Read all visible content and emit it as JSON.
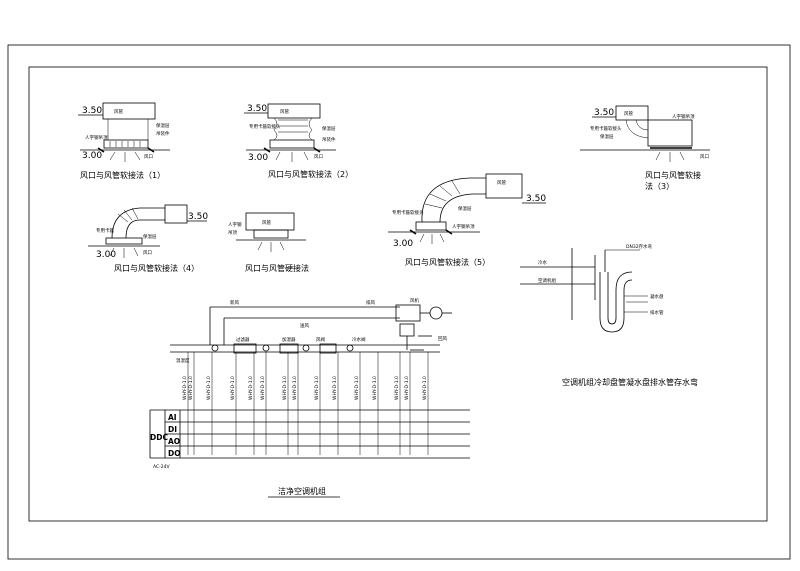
{
  "details": {
    "d1": {
      "caption": "风口与风管软接法（1）",
      "elev_top": "3.50",
      "elev_bottom": "3.00",
      "duct": "风管",
      "l1": "人字钢吊顶",
      "l2": "保温层",
      "l3": "吊装件",
      "l4": "风口"
    },
    "d2": {
      "caption": "风口与风管软接法（2）",
      "elev_top": "3.50",
      "elev_bottom": "3.00",
      "duct": "风管",
      "l1": "专用卡箍软接头",
      "l2": "保温层",
      "l3": "风口",
      "l4": "吊装件"
    },
    "d3": {
      "caption": "风口与风管软接法（3）",
      "caption_line1": "风口与风管软接",
      "caption_line2": "法（3）",
      "elev_top": "3.50",
      "duct": "风管",
      "l1": "专用卡箍软接头",
      "l2": "保温层",
      "l3": "人字钢吊顶",
      "l4": "风口"
    },
    "d4": {
      "caption": "风口与风管软接法（4）",
      "elev_top": "3.50",
      "elev_bottom": "3.00",
      "l1": "专用卡箍",
      "l2": "保温层",
      "l3": "风口"
    },
    "d5": {
      "caption": "风口与风管软接法（5）",
      "elev_top": "3.50",
      "elev_bottom": "3.00",
      "duct": "风管",
      "l1": "专用卡箍软接头",
      "l2": "保温层",
      "l3": "人字钢吊顶"
    },
    "rigid": {
      "caption": "风口与风管硬接法",
      "duct": "风管",
      "l1": "人字钢",
      "l2": "吊顶"
    }
  },
  "control": {
    "caption": "洁净空调机组",
    "rows": [
      "AI",
      "DI",
      "AO",
      "DO"
    ],
    "ddc": "DDC",
    "bottom": "AC-24V",
    "labels": [
      "新风",
      "送风",
      "排风",
      "回风",
      "温湿度",
      "过滤器",
      "加湿器",
      "风阀",
      "冷水阀",
      "风机"
    ]
  },
  "drain": {
    "caption": "空调机组冷却盘管凝水盘排水管存水弯",
    "l1": "DN32存水弯",
    "l2": "冷水",
    "l3": "空调机组",
    "l4": "凝水盘",
    "l5": "排水管"
  }
}
